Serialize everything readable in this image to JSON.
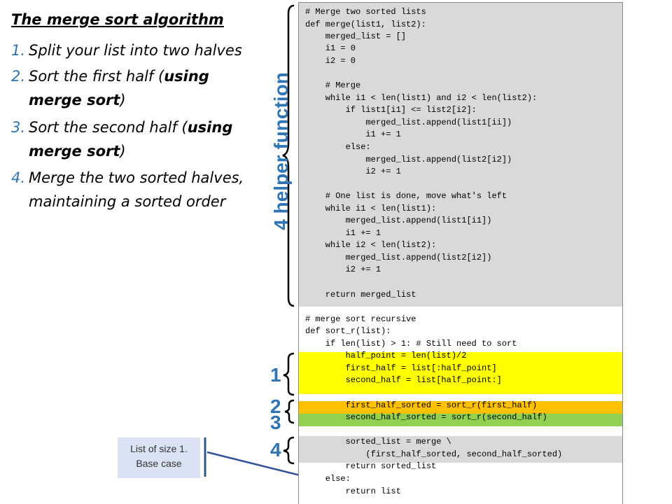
{
  "title": "The merge sort algorithm",
  "steps": [
    {
      "num": "1.",
      "parts": [
        {
          "t": "Split your list into two halves",
          "b": false
        }
      ]
    },
    {
      "num": "2.",
      "parts": [
        {
          "t": "Sort the first half (",
          "b": false
        },
        {
          "t": "using merge sort",
          "b": true
        },
        {
          "t": ")",
          "b": false
        }
      ]
    },
    {
      "num": "3.",
      "parts": [
        {
          "t": "Sort the second half (",
          "b": false
        },
        {
          "t": "using merge sort",
          "b": true
        },
        {
          "t": ")",
          "b": false
        }
      ]
    },
    {
      "num": "4.",
      "parts": [
        {
          "t": "Merge the two sorted halves, maintaining a sorted order",
          "b": false
        }
      ]
    }
  ],
  "code_lines": [
    "# Merge two sorted lists",
    "def merge(list1, list2):",
    "    merged_list = []",
    "    i1 = 0",
    "    i2 = 0",
    "",
    "    # Merge",
    "    while i1 < len(list1) and i2 < len(list2):",
    "        if list1[i1] <= list2[i2]:",
    "            merged_list.append(list1[ii])",
    "            i1 += 1",
    "        else:",
    "            merged_list.append(list2[i2])",
    "            i2 += 1",
    "",
    "    # One list is done, move what's left",
    "    while i1 < len(list1):",
    "        merged_list.append(list1[i1])",
    "        i1 += 1",
    "    while i2 < len(list2):",
    "        merged_list.append(list2[i2])",
    "        i2 += 1",
    "",
    "    return merged_list",
    "",
    "# merge sort recursive",
    "def sort_r(list):",
    "    if len(list) > 1: # Still need to sort",
    "        half_point = len(list)/2",
    "        first_half = list[:half_point]",
    "        second_half = list[half_point:]",
    "",
    "        first_half_sorted = sort_r(first_half)",
    "        second_half_sorted = sort_r(second_half)",
    "",
    "        sorted_list = merge \\",
    "            (first_half_sorted, second_half_sorted)",
    "        return sorted_list",
    "    else:",
    "        return list"
  ],
  "annotations": {
    "helper": "4 helper function",
    "one": "1",
    "two": "2",
    "three": "3",
    "four": "4"
  },
  "note": {
    "line1": "List of size 1.",
    "line2": "Base case"
  },
  "colors": {
    "accent": "#2e75b6",
    "gray": "#d9d9d9",
    "yellow": "#ffff00",
    "orange": "#ffc000",
    "green": "#92d050",
    "note_bg": "#dae3f3"
  }
}
